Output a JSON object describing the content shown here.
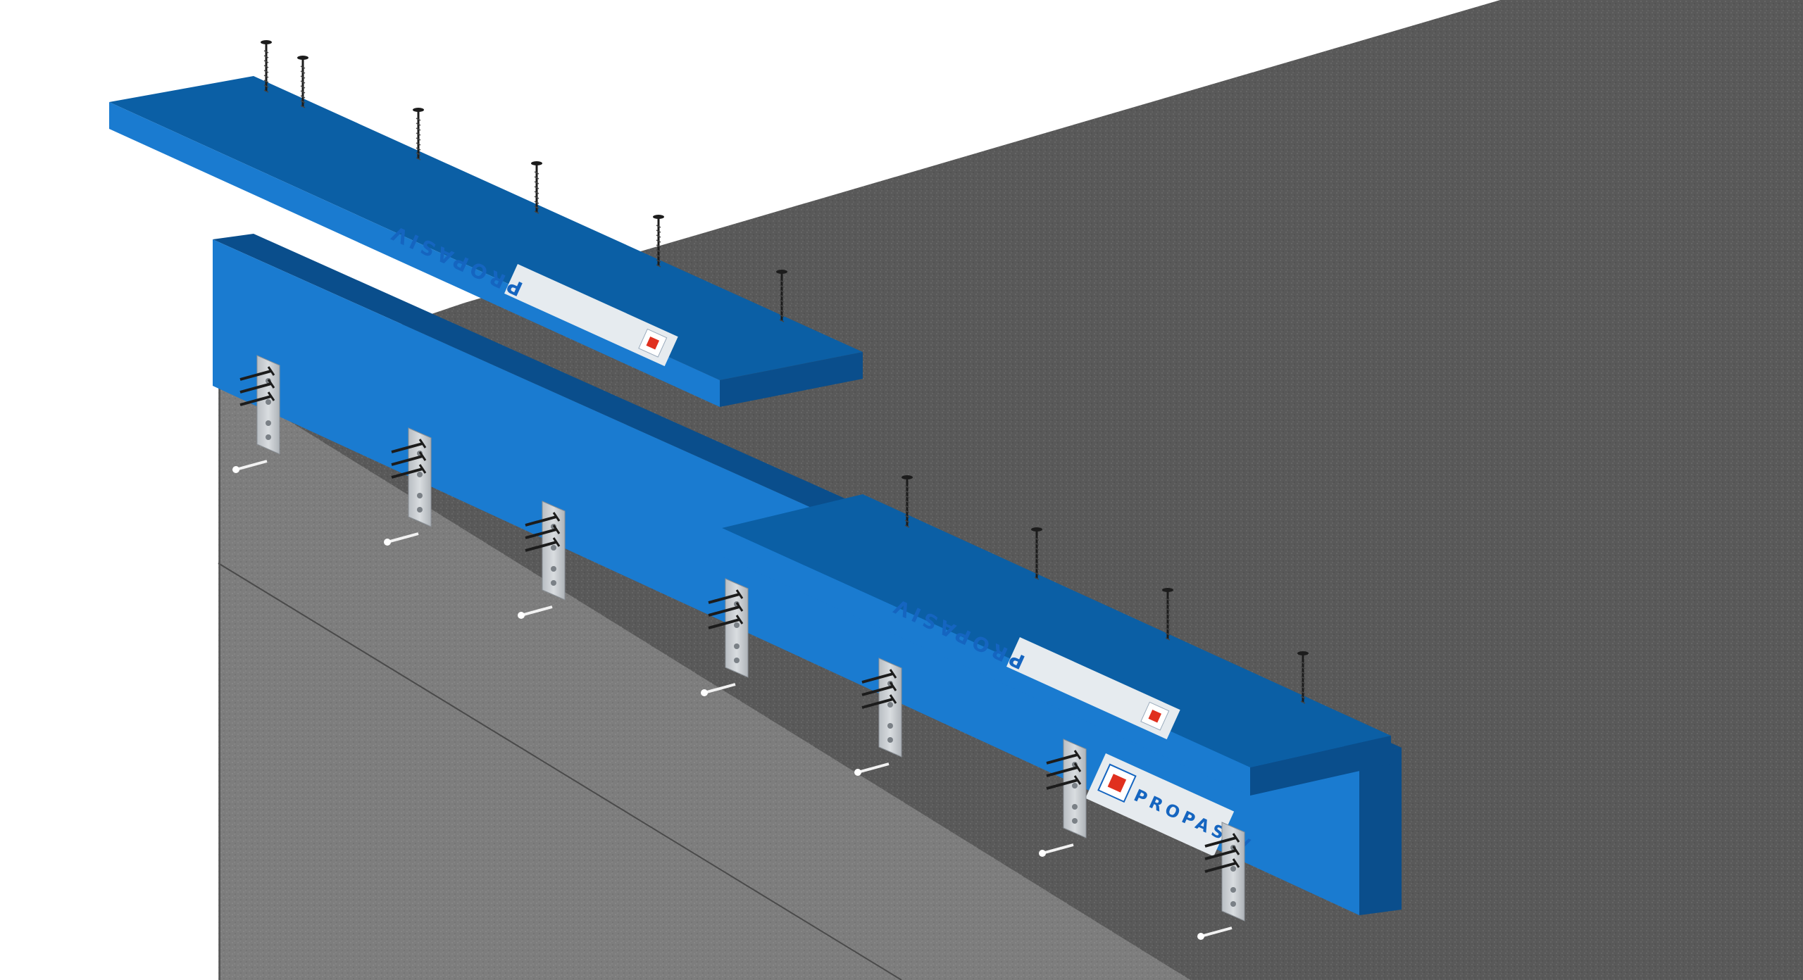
{
  "diagram": {
    "brand_label": "PROPASIV",
    "colors": {
      "board_top": "#0B5FA5",
      "board_front": "#1A7BD0",
      "board_side": "#0A4E8C",
      "concrete_dark": "#5a5a5a",
      "concrete_light": "#7b7b7b",
      "bracket": "#c7cbcf",
      "screw": "#1c1c1c",
      "logo_red": "#e0301e",
      "logo_blue": "#1565c0"
    },
    "components": [
      "fire-protection-board",
      "steel-angle-bracket",
      "anchor-bolt",
      "wood-screw",
      "concrete-structure"
    ]
  }
}
